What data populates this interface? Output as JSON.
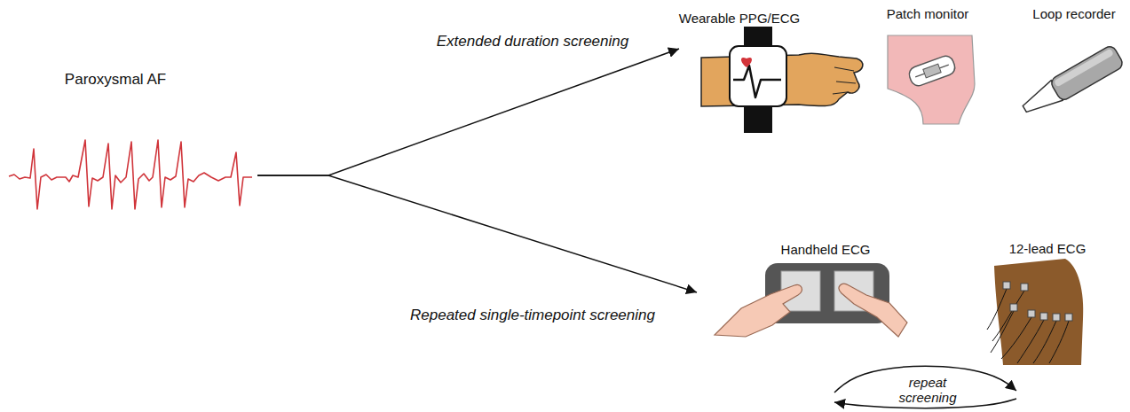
{
  "diagram": {
    "nodes": [
      {
        "text": [
          "Paroxysmal AF"
        ]
      },
      {
        "text": [
          "Wearable PPG/ECG"
        ]
      },
      {
        "text": [
          "Patch monitor"
        ]
      },
      {
        "text": [
          "Loop recorder"
        ]
      },
      {
        "text": [
          "Handheld ECG"
        ]
      },
      {
        "text": [
          "12-lead ECG"
        ]
      }
    ],
    "edges": [
      {
        "from": 0,
        "to": 1,
        "label": "Extended duration screening",
        "arrow": "to"
      },
      {
        "from": 0,
        "to": 4,
        "label": "Repeated single-timepoint screening",
        "arrow": "to"
      },
      {
        "from": 4,
        "to": 5,
        "label": "repeat screening",
        "arrow": "both"
      }
    ]
  }
}
